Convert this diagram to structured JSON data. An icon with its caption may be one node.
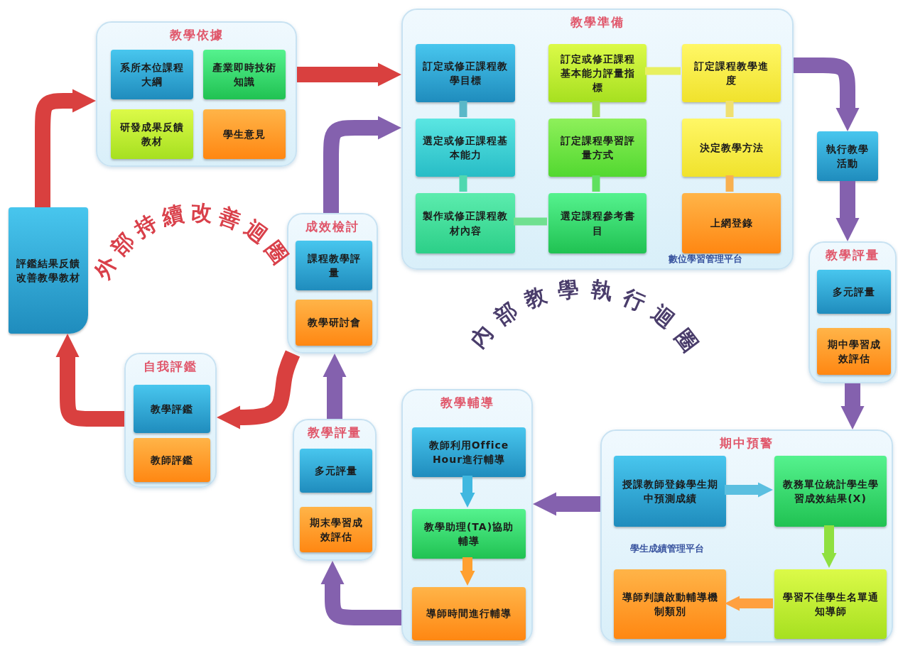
{
  "diagram": {
    "nodes": [
      {
        "text": [
          "教學依據"
        ]
      },
      {
        "text": [
          "系所本位課程大綱"
        ],
        "in": 0
      },
      {
        "text": [
          "產業即時技術知識"
        ],
        "in": 0
      },
      {
        "text": [
          "研發成果反饋教材"
        ],
        "in": 0
      },
      {
        "text": [
          "學生意見"
        ],
        "in": 0
      },
      {
        "text": [
          "教學準備",
          "數位學習管理平台"
        ]
      },
      {
        "text": [
          "訂定或修正課程教學目標"
        ],
        "in": 5
      },
      {
        "text": [
          "訂定或修正課程基本能力評量指標"
        ],
        "in": 5
      },
      {
        "text": [
          "訂定課程教學進度"
        ],
        "in": 5
      },
      {
        "text": [
          "選定或修正課程基本能力"
        ],
        "in": 5
      },
      {
        "text": [
          "訂定課程學習評量方式"
        ],
        "in": 5
      },
      {
        "text": [
          "決定教學方法"
        ],
        "in": 5
      },
      {
        "text": [
          "製作或修正課程教材內容"
        ],
        "in": 5
      },
      {
        "text": [
          "選定課程參考書目"
        ],
        "in": 5
      },
      {
        "text": [
          "上網登錄"
        ],
        "in": 5
      },
      {
        "text": [
          "評鑑結果反饋改善教學教材"
        ]
      },
      {
        "text": [
          "執行教學活動"
        ]
      },
      {
        "text": [
          "成效檢討"
        ]
      },
      {
        "text": [
          "課程教學評量"
        ],
        "in": 17
      },
      {
        "text": [
          "教學研討會"
        ],
        "in": 17
      },
      {
        "text": [
          "教學評量"
        ]
      },
      {
        "text": [
          "多元評量"
        ],
        "in": 20
      },
      {
        "text": [
          "期中學習成效評估"
        ],
        "in": 20
      },
      {
        "text": [
          "自我評鑑"
        ]
      },
      {
        "text": [
          "教學評鑑"
        ],
        "in": 23
      },
      {
        "text": [
          "教師評鑑"
        ],
        "in": 23
      },
      {
        "text": [
          "教學評量"
        ]
      },
      {
        "text": [
          "多元評量"
        ],
        "in": 26
      },
      {
        "text": [
          "期末學習成效評估"
        ],
        "in": 26
      },
      {
        "text": [
          "教學輔導"
        ]
      },
      {
        "text": [
          "教師利用Office Hour進行輔導"
        ],
        "in": 29
      },
      {
        "text": [
          "教學助理(TA)協助輔導"
        ],
        "in": 29
      },
      {
        "text": [
          "導師時間進行輔導"
        ],
        "in": 29
      },
      {
        "text": [
          "期中預警",
          "學生成績管理平台"
        ]
      },
      {
        "text": [
          "授課教師登錄學生期中預測成績"
        ],
        "in": 33
      },
      {
        "text": [
          "教務單位統計學生學習成效結果(X)"
        ],
        "in": 33
      },
      {
        "text": [
          "學習不佳學生名單通知導師"
        ],
        "in": 33
      },
      {
        "text": [
          "導師判讀啟動輔導機制類別"
        ],
        "in": 33
      }
    ],
    "edges": [
      {
        "from": 15,
        "to": 0,
        "arrow": "to",
        "color": "#d9403f"
      },
      {
        "from": 0,
        "to": 5,
        "arrow": "to",
        "color": "#d9403f"
      },
      {
        "from": 17,
        "to": 5,
        "arrow": "to"
      },
      {
        "from": 5,
        "to": 16,
        "arrow": "to"
      },
      {
        "from": 16,
        "to": 20,
        "arrow": "to"
      },
      {
        "from": 20,
        "to": 33,
        "arrow": "to"
      },
      {
        "from": 33,
        "to": 29,
        "arrow": "to"
      },
      {
        "from": 29,
        "to": 26,
        "arrow": "to"
      },
      {
        "from": 26,
        "to": 17,
        "arrow": "to"
      },
      {
        "from": 17,
        "to": 23,
        "arrow": "to",
        "color": "#d9403f"
      },
      {
        "from": 23,
        "to": 15,
        "arrow": "to",
        "color": "#d9403f"
      },
      {
        "from": 34,
        "to": 35,
        "arrow": "to",
        "color": "#5bbfe0"
      },
      {
        "from": 35,
        "to": 36,
        "arrow": "to",
        "color": "#8fe040"
      },
      {
        "from": 36,
        "to": 37,
        "arrow": "to",
        "color": "#ffa040"
      },
      {
        "from": 30,
        "to": 31,
        "arrow": "to",
        "color": "#40b8e0"
      },
      {
        "from": 31,
        "to": 32,
        "arrow": "to",
        "color": "#ffa030"
      },
      {
        "from": 6,
        "to": 9,
        "arrow": "none",
        "color": "#5ab8c8"
      },
      {
        "from": 9,
        "to": 12,
        "arrow": "none",
        "color": "#50d8b0"
      },
      {
        "from": 12,
        "to": 13,
        "arrow": "none",
        "color": "#70e090"
      },
      {
        "from": 13,
        "to": 10,
        "arrow": "none",
        "color": "#60e060"
      },
      {
        "from": 10,
        "to": 7,
        "arrow": "none",
        "color": "#a0e050"
      },
      {
        "from": 7,
        "to": 8,
        "arrow": "none",
        "color": "#e8f060"
      },
      {
        "from": 8,
        "to": 11,
        "arrow": "none",
        "color": "#f0e070"
      },
      {
        "from": 11,
        "to": 14,
        "arrow": "none",
        "color": "#f8b050"
      }
    ],
    "labels": [
      "外部持續改善迴圈",
      "內部教學執行迴圈"
    ]
  }
}
